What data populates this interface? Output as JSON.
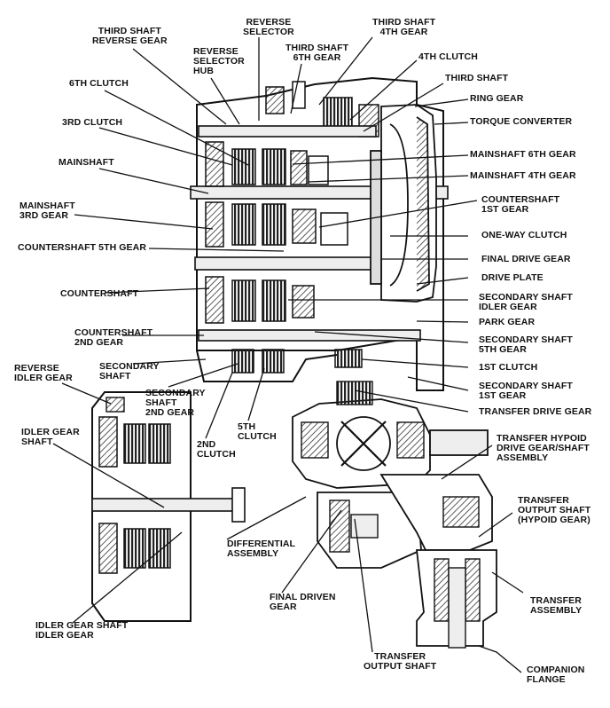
{
  "labels": {
    "third_shaft_reverse_gear": [
      "THIRD SHAFT",
      "REVERSE GEAR"
    ],
    "reverse_selector": [
      "REVERSE",
      "SELECTOR"
    ],
    "third_shaft_4th_gear": [
      "THIRD SHAFT",
      "4TH GEAR"
    ],
    "reverse_selector_hub": [
      "REVERSE",
      "SELECTOR",
      "HUB"
    ],
    "third_shaft_6th_gear": [
      "THIRD SHAFT",
      "6TH GEAR"
    ],
    "clutch_4th": [
      "4TH CLUTCH"
    ],
    "clutch_6th": [
      "6TH CLUTCH"
    ],
    "third_shaft": [
      "THIRD SHAFT"
    ],
    "ring_gear": [
      "RING GEAR"
    ],
    "clutch_3rd": [
      "3RD CLUTCH"
    ],
    "torque_converter": [
      "TORQUE CONVERTER"
    ],
    "mainshaft": [
      "MAINSHAFT"
    ],
    "mainshaft_6th_gear": [
      "MAINSHAFT 6TH GEAR"
    ],
    "mainshaft_4th_gear": [
      "MAINSHAFT 4TH GEAR"
    ],
    "mainshaft_3rd_gear": [
      "MAINSHAFT",
      "3RD GEAR"
    ],
    "countershaft_1st_gear": [
      "COUNTERSHAFT",
      "1ST GEAR"
    ],
    "one_way_clutch": [
      "ONE-WAY CLUTCH"
    ],
    "countershaft_5th_gear": [
      "COUNTERSHAFT 5TH GEAR"
    ],
    "final_drive_gear": [
      "FINAL DRIVE GEAR"
    ],
    "drive_plate": [
      "DRIVE PLATE"
    ],
    "countershaft": [
      "COUNTERSHAFT"
    ],
    "secondary_shaft_idler_gear": [
      "SECONDARY SHAFT",
      "IDLER GEAR"
    ],
    "park_gear": [
      "PARK GEAR"
    ],
    "countershaft_2nd_gear": [
      "COUNTERSHAFT",
      "2ND GEAR"
    ],
    "secondary_shaft_5th_gear": [
      "SECONDARY SHAFT",
      "5TH GEAR"
    ],
    "reverse_idler_gear": [
      "REVERSE",
      "IDLER GEAR"
    ],
    "secondary_shaft": [
      "SECONDARY",
      "SHAFT"
    ],
    "clutch_1st": [
      "1ST CLUTCH"
    ],
    "secondary_shaft_1st_gear": [
      "SECONDARY SHAFT",
      "1ST GEAR"
    ],
    "secondary_shaft_2nd_gear": [
      "SECONDARY",
      "SHAFT",
      "2ND GEAR"
    ],
    "transfer_drive_gear": [
      "TRANSFER DRIVE GEAR"
    ],
    "idler_gear_shaft": [
      "IDLER GEAR",
      "SHAFT"
    ],
    "clutch_5th": [
      "5TH",
      "CLUTCH"
    ],
    "clutch_2nd": [
      "2ND",
      "CLUTCH"
    ],
    "transfer_hypoid": [
      "TRANSFER HYPOID",
      "DRIVE GEAR/SHAFT",
      "ASSEMBLY"
    ],
    "transfer_output_shaft_hypoid": [
      "TRANSFER",
      "OUTPUT SHAFT",
      "(HYPOID GEAR)"
    ],
    "differential_assembly": [
      "DIFFERENTIAL",
      "ASSEMBLY"
    ],
    "final_driven_gear": [
      "FINAL DRIVEN",
      "GEAR"
    ],
    "transfer_assembly": [
      "TRANSFER",
      "ASSEMBLY"
    ],
    "idler_gear_shaft_idler_gear": [
      "IDLER GEAR SHAFT",
      "IDLER GEAR"
    ],
    "transfer_output_shaft": [
      "TRANSFER",
      "OUTPUT SHAFT"
    ],
    "companion_flange": [
      "COMPANION",
      "FLANGE"
    ]
  },
  "colors": {
    "ink": "#111111",
    "fill": "#d8d8d8",
    "dark": "#444444"
  }
}
